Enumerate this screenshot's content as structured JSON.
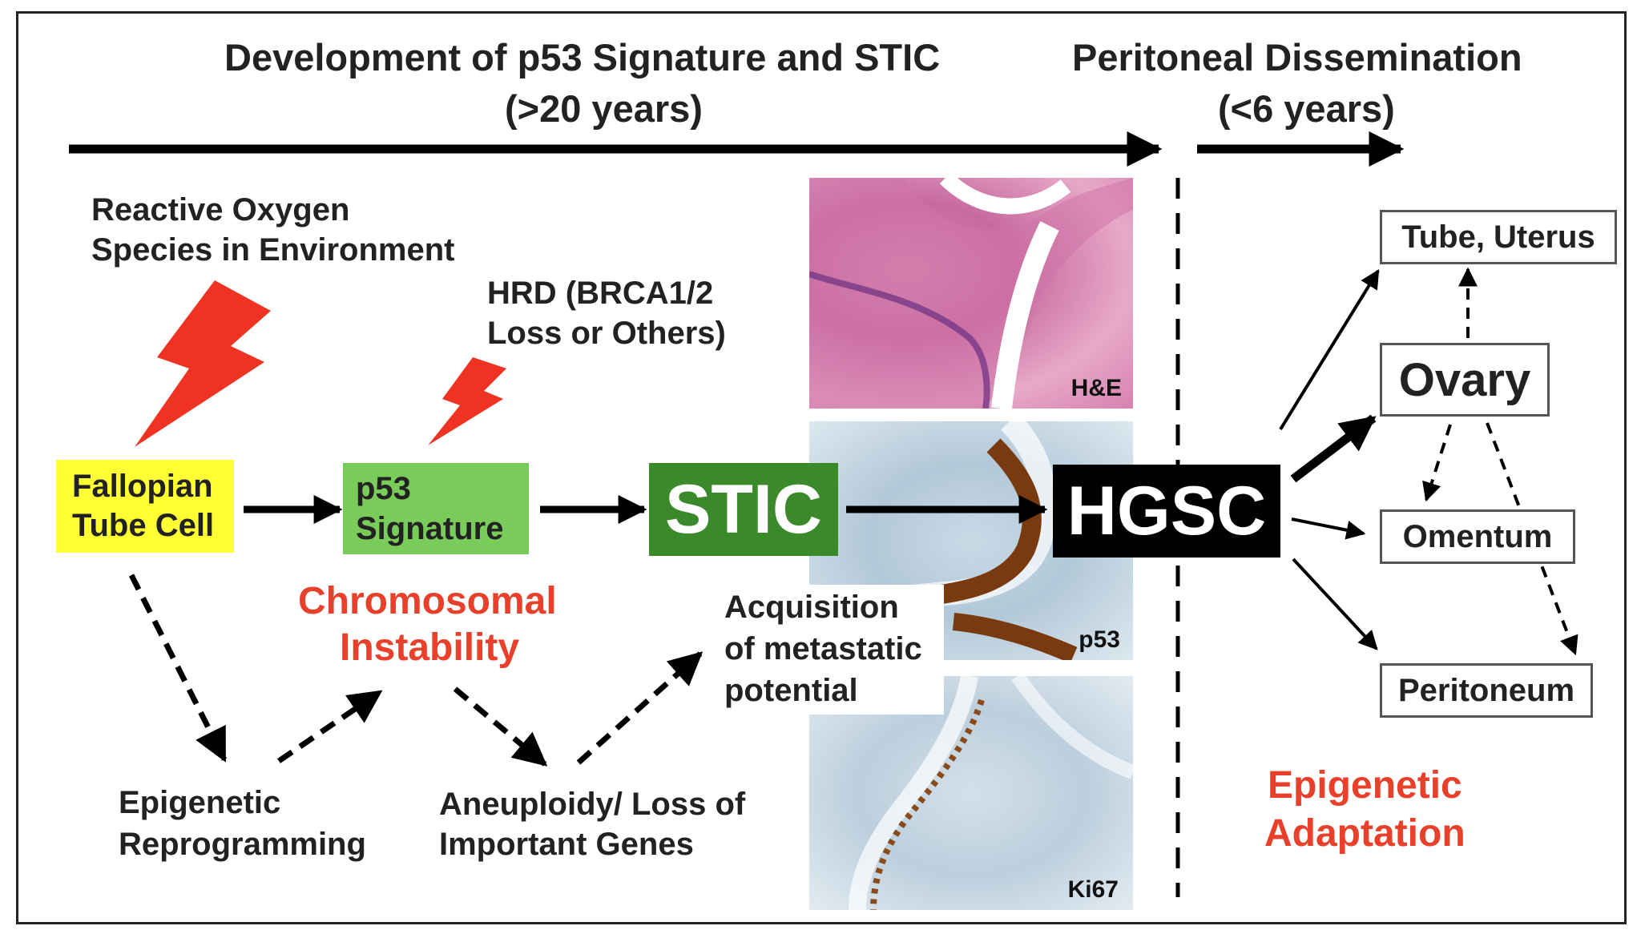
{
  "header": {
    "left_title": "Development of p53 Signature and STIC",
    "left_sub": "(>20 years)",
    "right_title": "Peritoneal Dissemination",
    "right_sub": "(<6 years)"
  },
  "ros": {
    "line1": "Reactive Oxygen",
    "line2": "Species in Environment"
  },
  "hrd": {
    "line1": "HRD (BRCA1/2",
    "line2": "Loss or Others)"
  },
  "nodes": {
    "fallopian": {
      "line1": "Fallopian",
      "line2": "Tube Cell"
    },
    "p53sig": {
      "line1": "p53",
      "line2": "Signature"
    },
    "stic": "STIC",
    "hgsc": "HGSC"
  },
  "chromosomal": {
    "line1": "Chromosomal",
    "line2": "Instability"
  },
  "epigenetic_reprog": {
    "line1": "Epigenetic",
    "line2": "Reprogramming"
  },
  "aneuploidy": {
    "line1": "Aneuploidy/ Loss of",
    "line2": "Important Genes"
  },
  "acquisition": {
    "line1": "Acquisition",
    "line2": "of metastatic",
    "line3": "potential"
  },
  "micrographs": {
    "he": "H&E",
    "p53": "p53",
    "ki67": "Ki67"
  },
  "sites": {
    "tube_uterus": "Tube, Uterus",
    "ovary": "Ovary",
    "omentum": "Omentum",
    "peritoneum": "Peritoneum"
  },
  "adaptation": {
    "line1": "Epigenetic",
    "line2": "Adaptation"
  },
  "colors": {
    "yellow": "#ffff33",
    "light_green": "#7acc5a",
    "dark_green": "#3a8a2c",
    "black": "#000000",
    "red_text": "#e8402a",
    "lightning": "#ee3322"
  },
  "icons": [
    "lightning-bolt-icon",
    "arrow-icon",
    "dashed-arrow-icon"
  ]
}
